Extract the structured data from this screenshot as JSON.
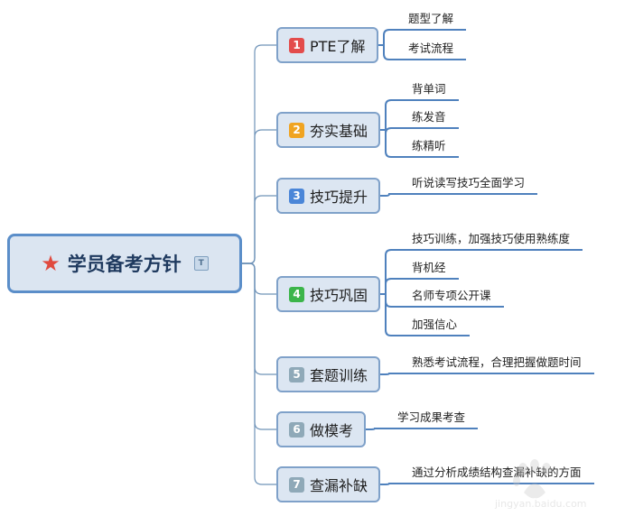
{
  "central": {
    "title": "学员备考方针",
    "icon": "star-icon",
    "note_icon": "T"
  },
  "colors": {
    "badge_red": "#e34c4c",
    "badge_orange": "#f0a422",
    "badge_blue": "#4a86d8",
    "badge_green": "#3bb54a",
    "badge_gray": "#8fa9b8",
    "connector": "#6f93b8",
    "leaf_underline": "#4f81bd"
  },
  "branches": [
    {
      "num": "1",
      "label": "PTE了解",
      "children": [
        "题型了解",
        "考试流程"
      ]
    },
    {
      "num": "2",
      "label": "夯实基础",
      "children": [
        "背单词",
        "练发音",
        "练精听"
      ]
    },
    {
      "num": "3",
      "label": "技巧提升",
      "children": [
        "听说读写技巧全面学习"
      ]
    },
    {
      "num": "4",
      "label": "技巧巩固",
      "children": [
        "技巧训练，加强技巧使用熟练度",
        "背机经",
        "名师专项公开课",
        "加强信心"
      ]
    },
    {
      "num": "5",
      "label": "套题训练",
      "children": [
        "熟悉考试流程，合理把握做题时间"
      ]
    },
    {
      "num": "6",
      "label": "做模考",
      "children": [
        "学习成果考查"
      ]
    },
    {
      "num": "7",
      "label": "查漏补缺",
      "children": [
        "通过分析成绩结构查漏补缺的方面"
      ]
    }
  ],
  "watermark": {
    "text": "jingyan.baidu.com"
  }
}
